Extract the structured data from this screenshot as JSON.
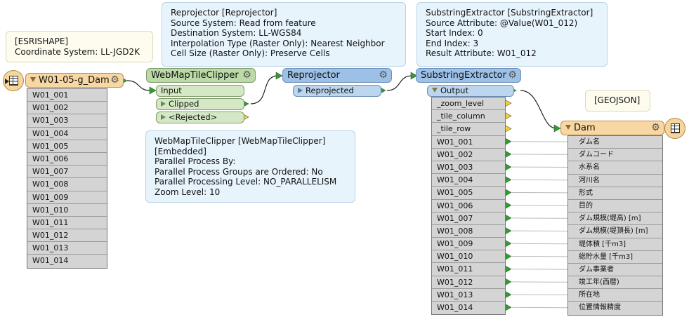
{
  "annotations": {
    "esri": "[ESRISHAPE]\nCoordinate System: LL-JGD2K",
    "reprojector": "Reprojector [Reprojector]\nSource System: Read from feature\nDestination System: LL-WGS84\nInterpolation Type (Raster Only): Nearest Neighbor\nCell Size (Raster Only): Preserve Cells",
    "substring": "SubstringExtractor [SubstringExtractor]\nSource Attribute: @Value(W01_012)\nStart Index: 0\nEnd Index: 3\nResult Attribute: W01_012",
    "tileclipper": "WebMapTileClipper [WebMapTileClipper]\n[Embedded]\nParallel Process By:\nParallel Process Groups are Ordered: No\nParallel Processing Level: NO_PARALLELISM\nZoom Level: 10",
    "geojson": "[GEOJSON]"
  },
  "reader": {
    "title": "W01-05-g_Dam",
    "attributes": [
      "W01_001",
      "W01_002",
      "W01_003",
      "W01_004",
      "W01_005",
      "W01_006",
      "W01_007",
      "W01_008",
      "W01_009",
      "W01_010",
      "W01_011",
      "W01_012",
      "W01_013",
      "W01_014"
    ]
  },
  "tileclipper": {
    "title": "WebMapTileClipper",
    "input": "Input",
    "clipped": "Clipped",
    "rejected": "<Rejected>"
  },
  "reprojector": {
    "title": "Reprojector",
    "output": "Reprojected"
  },
  "substring": {
    "title": "SubstringExtractor",
    "output": "Output",
    "attributes": [
      "_zoom_level",
      "_tile_column",
      "_tile_row",
      "W01_001",
      "W01_002",
      "W01_003",
      "W01_004",
      "W01_005",
      "W01_006",
      "W01_007",
      "W01_008",
      "W01_009",
      "W01_010",
      "W01_011",
      "W01_012",
      "W01_013",
      "W01_014"
    ]
  },
  "writer": {
    "title": "Dam",
    "attributes": [
      "ダム名",
      "ダムコード",
      "水系名",
      "河川名",
      "形式",
      "目的",
      "ダム規模(堤高) [m]",
      "ダム規模(堤頂長) [m]",
      "堤体積 [千m3]",
      "総貯水量 [千m3]",
      "ダム事業者",
      "竣工年(西暦)",
      "所在地",
      "位置情報精度"
    ]
  },
  "colors": {
    "connection": "#222222",
    "port_connected": "#2aa02a",
    "port_unconnected": "#f0d030"
  },
  "icons": [
    "table-icon",
    "gear-icon",
    "chevron-down-icon",
    "chevron-right-icon"
  ]
}
